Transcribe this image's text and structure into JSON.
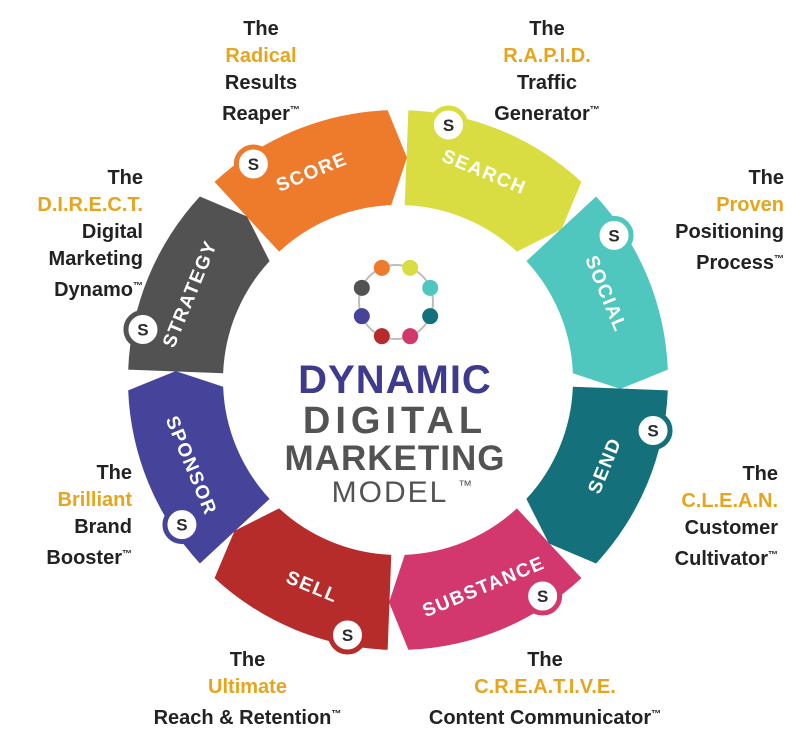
{
  "title": {
    "line1": "DYNAMIC",
    "line2": "DIGITAL",
    "line3": "MARKETING",
    "line4": "MODEL",
    "trademark": "™"
  },
  "colors": {
    "navy": "#3e3b8e",
    "gray": "#535353",
    "gold": "#e6a51c"
  },
  "segments": [
    {
      "label": "SEARCH",
      "color": "#d9dd42",
      "badge": "S"
    },
    {
      "label": "SOCIAL",
      "color": "#4fc6be",
      "badge": "S"
    },
    {
      "label": "SEND",
      "color": "#14707a",
      "badge": "S"
    },
    {
      "label": "SUBSTANCE",
      "color": "#d2386e",
      "badge": "S"
    },
    {
      "label": "SELL",
      "color": "#b62c2a",
      "badge": "S"
    },
    {
      "label": "SPONSOR",
      "color": "#46439a",
      "badge": "S"
    },
    {
      "label": "STRATEGY",
      "color": "#525252",
      "badge": "S"
    },
    {
      "label": "SCORE",
      "color": "#ee7a2c",
      "badge": "S"
    }
  ],
  "annotations": {
    "search": {
      "the": "The",
      "name": "R.A.P.I.D.",
      "lines": [
        "Traffic",
        "Generator"
      ],
      "tm": "™"
    },
    "social": {
      "the": "The",
      "name": "Proven",
      "lines": [
        "Positioning",
        "Process"
      ],
      "tm": "™"
    },
    "send": {
      "the": "The",
      "name": "C.L.E.A.N.",
      "lines": [
        "Customer",
        "Cultivator"
      ],
      "tm": "™"
    },
    "substance": {
      "the": "The",
      "name": "C.R.E.A.T.I.V.E.",
      "lines": [
        "Content Communicator"
      ],
      "tm": "™"
    },
    "sell": {
      "the": "The",
      "name": "Ultimate",
      "lines": [
        "Reach & Retention"
      ],
      "tm": "™"
    },
    "sponsor": {
      "the": "The",
      "name": "Brilliant",
      "lines": [
        "Brand",
        "Booster"
      ],
      "tm": "™"
    },
    "strategy": {
      "the": "The",
      "name": "D.I.R.E.C.T.",
      "lines": [
        "Digital",
        "Marketing",
        "Dynamo"
      ],
      "tm": "™"
    },
    "score": {
      "the": "The",
      "name": "Radical",
      "lines": [
        "Results",
        "Reaper"
      ],
      "tm": "™"
    }
  }
}
